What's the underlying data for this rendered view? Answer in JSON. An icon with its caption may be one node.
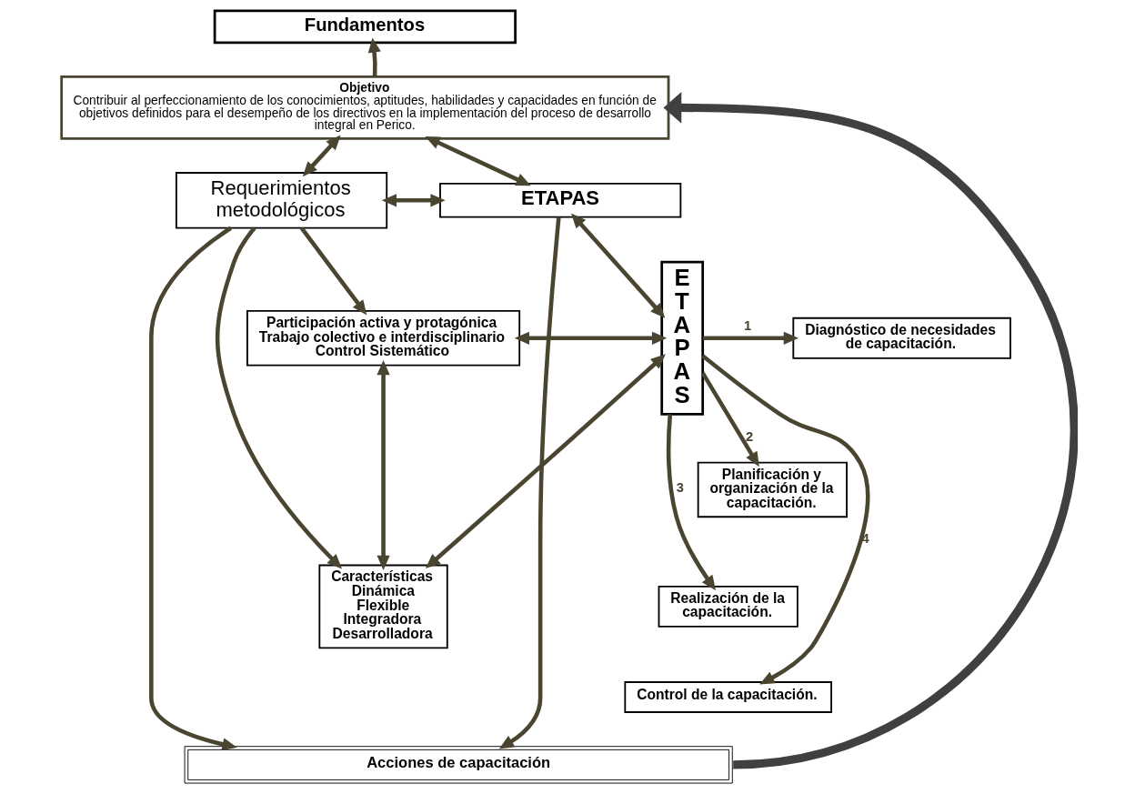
{
  "diagram": {
    "nodes": [
      {
        "text": [
          "Fundamentos"
        ]
      },
      {
        "text": [
          "Objetivo",
          "Contribuir al perfeccionamiento de los conocimientos, aptitudes, habilidades y capacidades en función de objetivos definidos para el desempeño de los directivos en la implementación del proceso de desarrollo integral en Perico."
        ]
      },
      {
        "text": [
          "Requerimientos metodológicos"
        ]
      },
      {
        "text": [
          "ETAPAS"
        ]
      },
      {
        "text": [
          "Participación activa y protagónica",
          "Trabajo colectivo e interdisciplinario",
          "Control Sistemático"
        ]
      },
      {
        "text": [
          "ETAPAS"
        ]
      },
      {
        "text": [
          "Diagnóstico de necesidades de capacitación."
        ]
      },
      {
        "text": [
          "Planificación y organización de la capacitación."
        ]
      },
      {
        "text": [
          "Características",
          "Dinámica",
          "Flexible",
          "Integradora",
          "Desarrolladora"
        ]
      },
      {
        "text": [
          "Realización de la capacitación."
        ]
      },
      {
        "text": [
          "Control de la capacitación."
        ]
      },
      {
        "text": [
          "Acciones de capacitación"
        ]
      }
    ],
    "edges": [
      {
        "from": 1,
        "to": 0,
        "arrow": "to"
      },
      {
        "from": 1,
        "to": 2,
        "arrow": "both"
      },
      {
        "from": 1,
        "to": 3,
        "arrow": "both"
      },
      {
        "from": 2,
        "to": 3,
        "arrow": "both"
      },
      {
        "from": 3,
        "to": 5,
        "arrow": "both"
      },
      {
        "from": 4,
        "to": 5,
        "arrow": "both"
      },
      {
        "from": 4,
        "to": 8,
        "arrow": "both"
      },
      {
        "from": 8,
        "to": 5,
        "arrow": "both"
      },
      {
        "from": 5,
        "to": 6,
        "arrow": "to",
        "label": "1"
      },
      {
        "from": 5,
        "to": 7,
        "arrow": "to",
        "label": "2"
      },
      {
        "from": 5,
        "to": 9,
        "arrow": "to",
        "label": "3"
      },
      {
        "from": 5,
        "to": 10,
        "arrow": "to",
        "label": "4"
      },
      {
        "from": 2,
        "to": 4,
        "arrow": "to"
      },
      {
        "from": 2,
        "to": 8,
        "arrow": "to"
      },
      {
        "from": 2,
        "to": 11,
        "arrow": "to"
      },
      {
        "from": 3,
        "to": 11,
        "arrow": "to"
      },
      {
        "from": 11,
        "to": 1,
        "arrow": "to",
        "style": "thick",
        "color": "#404040"
      }
    ]
  }
}
